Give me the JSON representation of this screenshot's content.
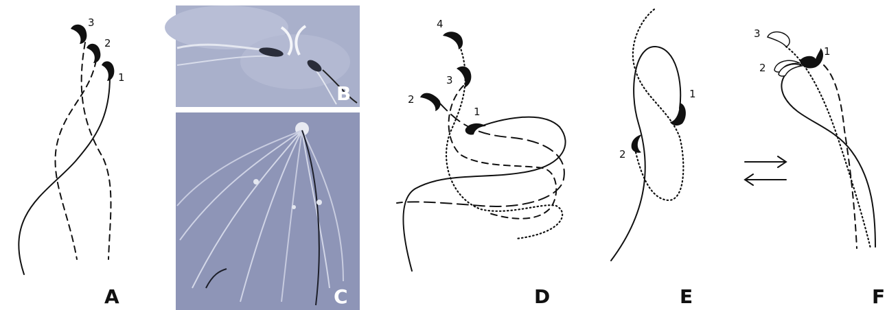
{
  "panels": {
    "A": {
      "label": "A",
      "position_labels": [
        "1",
        "2",
        "3"
      ]
    },
    "B": {
      "label": "B"
    },
    "C": {
      "label": "C"
    },
    "D": {
      "label": "D",
      "position_labels": [
        "1",
        "2",
        "3",
        "4"
      ]
    },
    "E": {
      "label": "E",
      "position_labels": [
        "1",
        "2"
      ]
    },
    "F": {
      "label": "F",
      "position_labels": [
        "1",
        "2",
        "3"
      ]
    }
  },
  "colors": {
    "ink": "#111111",
    "photo_background": "#a7aec9",
    "photo_background_c": "#8f96b8",
    "cell_highlight": "#e6e9f2"
  }
}
